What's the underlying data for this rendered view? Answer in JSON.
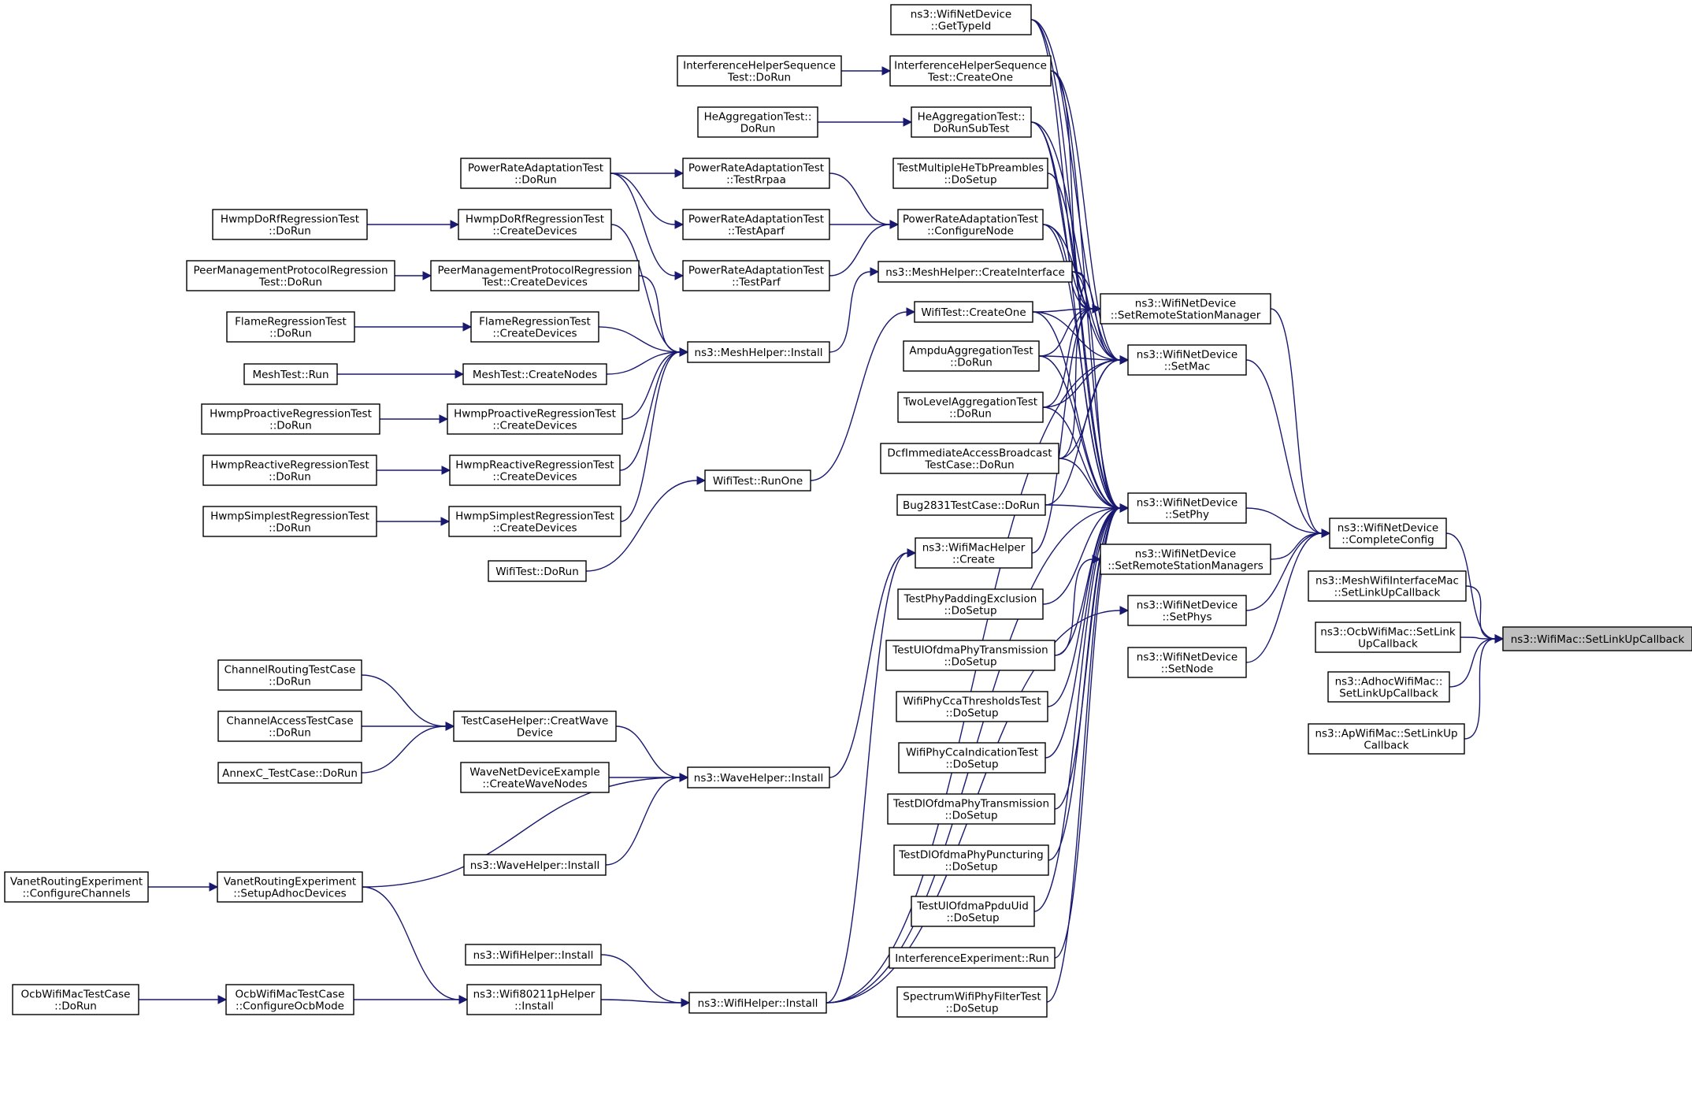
{
  "diagram": {
    "colors": {
      "edge": "#191970",
      "node_border": "#000000",
      "root_fill": "#bfbfbf",
      "background": "#ffffff"
    },
    "nodes": [
      {
        "id": "n1",
        "lines": [
          "ns3::WifiMac::SetLinkUpCallback"
        ],
        "root": true
      },
      {
        "id": "n2",
        "lines": [
          "ns3::WifiNetDevice",
          "::CompleteConfig"
        ]
      },
      {
        "id": "n3",
        "lines": [
          "ns3::MeshWifiInterfaceMac",
          "::SetLinkUpCallback"
        ]
      },
      {
        "id": "n4",
        "lines": [
          "ns3::OcbWifiMac::SetLink",
          "UpCallback"
        ]
      },
      {
        "id": "n5",
        "lines": [
          "ns3::AdhocWifiMac::",
          "SetLinkUpCallback"
        ]
      },
      {
        "id": "n6",
        "lines": [
          "ns3::ApWifiMac::SetLinkUp",
          "Callback"
        ]
      },
      {
        "id": "n7",
        "lines": [
          "ns3::WifiNetDevice",
          "::SetRemoteStationManager"
        ]
      },
      {
        "id": "n8",
        "lines": [
          "ns3::WifiNetDevice",
          "::SetMac"
        ]
      },
      {
        "id": "n9",
        "lines": [
          "ns3::WifiNetDevice",
          "::SetPhy"
        ]
      },
      {
        "id": "n10",
        "lines": [
          "ns3::WifiNetDevice",
          "::SetRemoteStationManagers"
        ]
      },
      {
        "id": "n11",
        "lines": [
          "ns3::WifiNetDevice",
          "::SetPhys"
        ]
      },
      {
        "id": "n12",
        "lines": [
          "ns3::WifiNetDevice",
          "::SetNode"
        ]
      },
      {
        "id": "n13",
        "lines": [
          "ns3::WifiNetDevice",
          "::GetTypeId"
        ]
      },
      {
        "id": "n14",
        "lines": [
          "InterferenceHelperSequence",
          "Test::CreateOne"
        ]
      },
      {
        "id": "n15",
        "lines": [
          "HeAggregationTest::",
          "DoRunSubTest"
        ]
      },
      {
        "id": "n16",
        "lines": [
          "TestMultipleHeTbPreambles",
          "::DoSetup"
        ]
      },
      {
        "id": "n17",
        "lines": [
          "PowerRateAdaptationTest",
          "::ConfigureNode"
        ]
      },
      {
        "id": "n18",
        "lines": [
          "ns3::MeshHelper::CreateInterface"
        ]
      },
      {
        "id": "n19",
        "lines": [
          "WifiTest::CreateOne"
        ]
      },
      {
        "id": "n20",
        "lines": [
          "AmpduAggregationTest",
          "::DoRun"
        ]
      },
      {
        "id": "n21",
        "lines": [
          "TwoLevelAggregationTest",
          "::DoRun"
        ]
      },
      {
        "id": "n22",
        "lines": [
          "DcfImmediateAccessBroadcast",
          "TestCase::DoRun"
        ]
      },
      {
        "id": "n23",
        "lines": [
          "Bug2831TestCase::DoRun"
        ]
      },
      {
        "id": "n24",
        "lines": [
          "ns3::WifiMacHelper",
          "::Create"
        ]
      },
      {
        "id": "n25",
        "lines": [
          "TestPhyPaddingExclusion",
          "::DoSetup"
        ]
      },
      {
        "id": "n26",
        "lines": [
          "TestUlOfdmaPhyTransmission",
          "::DoSetup"
        ]
      },
      {
        "id": "n27",
        "lines": [
          "WifiPhyCcaThresholdsTest",
          "::DoSetup"
        ]
      },
      {
        "id": "n28",
        "lines": [
          "WifiPhyCcaIndicationTest",
          "::DoSetup"
        ]
      },
      {
        "id": "n29",
        "lines": [
          "TestDlOfdmaPhyTransmission",
          "::DoSetup"
        ]
      },
      {
        "id": "n30",
        "lines": [
          "TestDlOfdmaPhyPuncturing",
          "::DoSetup"
        ]
      },
      {
        "id": "n31",
        "lines": [
          "TestUlOfdmaPpduUid",
          "::DoSetup"
        ]
      },
      {
        "id": "n32",
        "lines": [
          "InterferenceExperiment::Run"
        ]
      },
      {
        "id": "n33",
        "lines": [
          "SpectrumWifiPhyFilterTest",
          "::DoSetup"
        ]
      },
      {
        "id": "n34",
        "lines": [
          "InterferenceHelperSequence",
          "Test::DoRun"
        ]
      },
      {
        "id": "n35",
        "lines": [
          "HeAggregationTest::",
          "DoRun"
        ]
      },
      {
        "id": "n36",
        "lines": [
          "PowerRateAdaptationTest",
          "::TestRrpaa"
        ]
      },
      {
        "id": "n37",
        "lines": [
          "PowerRateAdaptationTest",
          "::TestAparf"
        ]
      },
      {
        "id": "n38",
        "lines": [
          "PowerRateAdaptationTest",
          "::TestParf"
        ]
      },
      {
        "id": "n39",
        "lines": [
          "PowerRateAdaptationTest",
          "::DoRun"
        ]
      },
      {
        "id": "n40",
        "lines": [
          "ns3::MeshHelper::Install"
        ]
      },
      {
        "id": "n41",
        "lines": [
          "WifiTest::RunOne"
        ]
      },
      {
        "id": "n42",
        "lines": [
          "WifiTest::DoRun"
        ]
      },
      {
        "id": "n43",
        "lines": [
          "HwmpDoRfRegressionTest",
          "::CreateDevices"
        ]
      },
      {
        "id": "n44",
        "lines": [
          "PeerManagementProtocolRegression",
          "Test::CreateDevices"
        ]
      },
      {
        "id": "n45",
        "lines": [
          "FlameRegressionTest",
          "::CreateDevices"
        ]
      },
      {
        "id": "n46",
        "lines": [
          "MeshTest::CreateNodes"
        ]
      },
      {
        "id": "n47",
        "lines": [
          "HwmpProactiveRegressionTest",
          "::CreateDevices"
        ]
      },
      {
        "id": "n48",
        "lines": [
          "HwmpReactiveRegressionTest",
          "::CreateDevices"
        ]
      },
      {
        "id": "n49",
        "lines": [
          "HwmpSimplestRegressionTest",
          "::CreateDevices"
        ]
      },
      {
        "id": "n50",
        "lines": [
          "HwmpDoRfRegressionTest",
          "::DoRun"
        ]
      },
      {
        "id": "n51",
        "lines": [
          "PeerManagementProtocolRegression",
          "Test::DoRun"
        ]
      },
      {
        "id": "n52",
        "lines": [
          "FlameRegressionTest",
          "::DoRun"
        ]
      },
      {
        "id": "n53",
        "lines": [
          "MeshTest::Run"
        ]
      },
      {
        "id": "n54",
        "lines": [
          "HwmpProactiveRegressionTest",
          "::DoRun"
        ]
      },
      {
        "id": "n55",
        "lines": [
          "HwmpReactiveRegressionTest",
          "::DoRun"
        ]
      },
      {
        "id": "n56",
        "lines": [
          "HwmpSimplestRegressionTest",
          "::DoRun"
        ]
      },
      {
        "id": "n57",
        "lines": [
          "ns3::WaveHelper::Install"
        ]
      },
      {
        "id": "n58",
        "lines": [
          "ns3::WifiHelper::Install"
        ]
      },
      {
        "id": "n59",
        "lines": [
          "TestCaseHelper::CreatWave",
          "Device"
        ]
      },
      {
        "id": "n60",
        "lines": [
          "WaveNetDeviceExample",
          "::CreateWaveNodes"
        ]
      },
      {
        "id": "n61",
        "lines": [
          "ns3::WaveHelper::Install"
        ]
      },
      {
        "id": "n62",
        "lines": [
          "ns3::WifiHelper::Install"
        ]
      },
      {
        "id": "n63",
        "lines": [
          "ns3::Wifi80211pHelper",
          "::Install"
        ]
      },
      {
        "id": "n64",
        "lines": [
          "ChannelRoutingTestCase",
          "::DoRun"
        ]
      },
      {
        "id": "n65",
        "lines": [
          "ChannelAccessTestCase",
          "::DoRun"
        ]
      },
      {
        "id": "n66",
        "lines": [
          "AnnexC_TestCase::DoRun"
        ]
      },
      {
        "id": "n67",
        "lines": [
          "VanetRoutingExperiment",
          "::SetupAdhocDevices"
        ]
      },
      {
        "id": "n68",
        "lines": [
          "OcbWifiMacTestCase",
          "::ConfigureOcbMode"
        ]
      },
      {
        "id": "n69",
        "lines": [
          "VanetRoutingExperiment",
          "::ConfigureChannels"
        ]
      },
      {
        "id": "n70",
        "lines": [
          "OcbWifiMacTestCase",
          "::DoRun"
        ]
      }
    ],
    "edges": [
      [
        "n2",
        "n1"
      ],
      [
        "n3",
        "n1"
      ],
      [
        "n4",
        "n1"
      ],
      [
        "n5",
        "n1"
      ],
      [
        "n6",
        "n1"
      ],
      [
        "n7",
        "n2"
      ],
      [
        "n8",
        "n2"
      ],
      [
        "n9",
        "n2"
      ],
      [
        "n10",
        "n2"
      ],
      [
        "n11",
        "n2"
      ],
      [
        "n12",
        "n2"
      ],
      [
        "n13",
        "n7"
      ],
      [
        "n14",
        "n7"
      ],
      [
        "n15",
        "n7"
      ],
      [
        "n17",
        "n7"
      ],
      [
        "n18",
        "n7"
      ],
      [
        "n19",
        "n7"
      ],
      [
        "n20",
        "n7"
      ],
      [
        "n21",
        "n7"
      ],
      [
        "n22",
        "n7"
      ],
      [
        "n24",
        "n7"
      ],
      [
        "n13",
        "n8"
      ],
      [
        "n14",
        "n8"
      ],
      [
        "n15",
        "n8"
      ],
      [
        "n17",
        "n8"
      ],
      [
        "n18",
        "n8"
      ],
      [
        "n19",
        "n8"
      ],
      [
        "n20",
        "n8"
      ],
      [
        "n21",
        "n8"
      ],
      [
        "n22",
        "n8"
      ],
      [
        "n23",
        "n8"
      ],
      [
        "n58",
        "n8"
      ],
      [
        "n13",
        "n9"
      ],
      [
        "n14",
        "n9"
      ],
      [
        "n15",
        "n9"
      ],
      [
        "n16",
        "n9"
      ],
      [
        "n17",
        "n9"
      ],
      [
        "n18",
        "n9"
      ],
      [
        "n19",
        "n9"
      ],
      [
        "n20",
        "n9"
      ],
      [
        "n21",
        "n9"
      ],
      [
        "n22",
        "n9"
      ],
      [
        "n23",
        "n9"
      ],
      [
        "n25",
        "n9"
      ],
      [
        "n26",
        "n9"
      ],
      [
        "n27",
        "n9"
      ],
      [
        "n28",
        "n9"
      ],
      [
        "n29",
        "n9"
      ],
      [
        "n30",
        "n9"
      ],
      [
        "n31",
        "n9"
      ],
      [
        "n32",
        "n9"
      ],
      [
        "n33",
        "n9"
      ],
      [
        "n58",
        "n9"
      ],
      [
        "n58",
        "n11"
      ],
      [
        "n26",
        "n10"
      ],
      [
        "n34",
        "n14"
      ],
      [
        "n35",
        "n15"
      ],
      [
        "n36",
        "n17"
      ],
      [
        "n37",
        "n17"
      ],
      [
        "n38",
        "n17"
      ],
      [
        "n39",
        "n36"
      ],
      [
        "n39",
        "n37"
      ],
      [
        "n39",
        "n38"
      ],
      [
        "n40",
        "n18"
      ],
      [
        "n41",
        "n19"
      ],
      [
        "n42",
        "n41"
      ],
      [
        "n43",
        "n40"
      ],
      [
        "n44",
        "n40"
      ],
      [
        "n45",
        "n40"
      ],
      [
        "n46",
        "n40"
      ],
      [
        "n47",
        "n40"
      ],
      [
        "n48",
        "n40"
      ],
      [
        "n49",
        "n40"
      ],
      [
        "n50",
        "n43"
      ],
      [
        "n51",
        "n44"
      ],
      [
        "n52",
        "n45"
      ],
      [
        "n53",
        "n46"
      ],
      [
        "n54",
        "n47"
      ],
      [
        "n55",
        "n48"
      ],
      [
        "n56",
        "n49"
      ],
      [
        "n57",
        "n24"
      ],
      [
        "n58",
        "n24"
      ],
      [
        "n59",
        "n57"
      ],
      [
        "n60",
        "n57"
      ],
      [
        "n61",
        "n57"
      ],
      [
        "n67",
        "n57"
      ],
      [
        "n64",
        "n59"
      ],
      [
        "n65",
        "n59"
      ],
      [
        "n66",
        "n59"
      ],
      [
        "n62",
        "n58"
      ],
      [
        "n63",
        "n58"
      ],
      [
        "n67",
        "n63"
      ],
      [
        "n68",
        "n63"
      ],
      [
        "n69",
        "n67"
      ],
      [
        "n70",
        "n68"
      ]
    ]
  }
}
